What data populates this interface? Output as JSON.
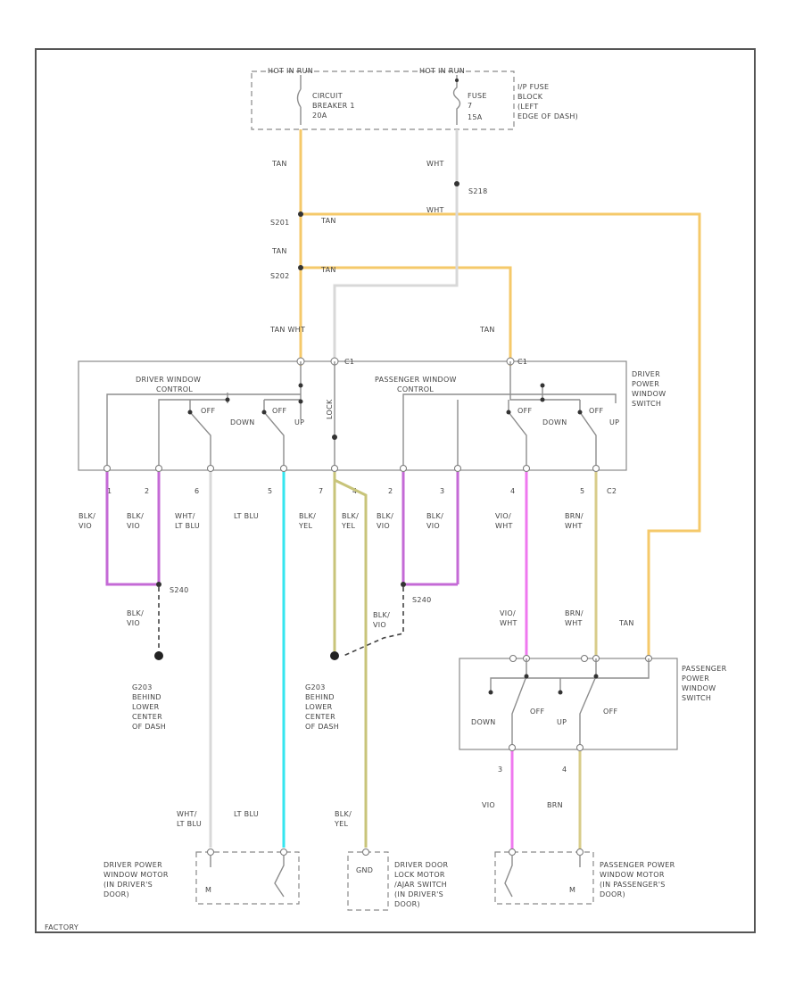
{
  "colors": {
    "tan": "#f5c96a",
    "wht": "#d8d8d8",
    "vio": "#c46ad6",
    "ltblu": "#35e6ef",
    "yel": "#c8c47a",
    "pink": "#ef78ef",
    "brn": "#d8cc8a",
    "wire": "#8d8d8d"
  },
  "labels": {
    "hot_run_1": "HOT IN RUN",
    "hot_run_2": "HOT IN RUN",
    "circuit_breaker": "CIRCUIT",
    "circuit_breaker_2": "BREAKER 1",
    "cb_rating": "20A",
    "fuse": "FUSE",
    "fuse_num": "7",
    "fuse_rating": "15A",
    "fuse_block_1": "I/P FUSE",
    "fuse_block_2": "BLOCK",
    "fuse_block_3": "(LEFT",
    "fuse_block_4": "EDGE OF DASH)",
    "tan_1": "TAN",
    "wht_1": "WHT",
    "s218": "S218",
    "s201": "S201",
    "tan_2": "TAN",
    "wht_2": "WHT",
    "tan_3": "TAN",
    "s202": "S202",
    "tan_4": "TAN",
    "tan_wht": "TAN  WHT",
    "tan_5": "TAN",
    "c1": "C1",
    "c1b": "C1",
    "driver_window": "DRIVER WINDOW",
    "control": "CONTROL",
    "passenger_window": "PASSENGER WINDOW",
    "control2": "CONTROL",
    "driver_pws_1": "DRIVER",
    "driver_pws_2": "POWER",
    "driver_pws_3": "WINDOW",
    "driver_pws_4": "SWITCH",
    "off_1": "OFF",
    "down_1": "DOWN",
    "off_2": "OFF",
    "up_1": "UP",
    "off_3": "OFF",
    "down_2": "DOWN",
    "off_4": "OFF",
    "up_2": "UP",
    "lock_label": "LOCK",
    "pin_1": "1",
    "pin_2": "2",
    "pin_3": "6",
    "pin_4": "5",
    "pin_5": "7",
    "pin_6": "4",
    "pin_7": "2",
    "pin_8": "3",
    "pin_9": "4",
    "pin_10": "5",
    "c2": "C2",
    "w1a": "BLK/",
    "w1b": "VIO",
    "w2a": "BLK/",
    "w2b": "VIO",
    "w3a": "WHT/",
    "w3b": "LT BLU",
    "w4a": "LT BLU",
    "w5a": "BLK/",
    "w5b": "YEL",
    "w6a": "BLK/",
    "w6b": "YEL",
    "w7a": "BLK/",
    "w7b": "VIO",
    "w8a": "BLK/",
    "w8b": "VIO",
    "w9a": "VIO/",
    "w9b": "WHT",
    "w10a": "BRN/",
    "w10b": "WHT",
    "s240": "S240",
    "blk_vio_1": "BLK/",
    "blk_vio_2": "VIO",
    "s240b": "S240",
    "blk_vio_3": "BLK/",
    "blk_vio_4": "VIO",
    "g203a_1": "G203",
    "g203a_2": "BEHIND",
    "g203a_3": "LOWER",
    "g203a_4": "CENTER",
    "g203a_5": "OF DASH",
    "g203b_1": "G203",
    "g203b_2": "BEHIND",
    "g203b_3": "LOWER",
    "g203b_4": "CENTER",
    "g203b_5": "OF DASH",
    "vio_wht_1": "VIO/",
    "vio_wht_2": "WHT",
    "brn_wht_1": "BRN/",
    "brn_wht_2": "WHT",
    "tan_6": "TAN",
    "ppws_1": "PASSENGER",
    "ppws_2": "POWER",
    "ppws_3": "WINDOW",
    "ppws_4": "SWITCH",
    "down_3": "DOWN",
    "off_5": "OFF",
    "up_3": "UP",
    "off_6": "OFF",
    "pin_11": "3",
    "pin_12": "4",
    "vio_1": "VIO",
    "brn_1": "BRN",
    "wht_lt_blu_1": "WHT/",
    "wht_lt_blu_2": "LT BLU",
    "lt_blu_2": "LT BLU",
    "blk_yel_1": "BLK/",
    "blk_yel_2": "YEL",
    "dpw_1": "DRIVER POWER",
    "dpw_2": "WINDOW MOTOR",
    "dpw_3": "(IN DRIVER'S",
    "dpw_4": "DOOR)",
    "dpw_m": "M",
    "dlm_1": "DRIVER DOOR",
    "dlm_2": "LOCK MOTOR",
    "dlm_3": "/AJAR SWITCH",
    "dlm_4": "(IN DRIVER'S",
    "dlm_5": "DOOR)",
    "dlm_gnd": "GND",
    "ppw_1": "PASSENGER POWER",
    "ppw_2": "WINDOW MOTOR",
    "ppw_3": "(IN PASSENGER'S",
    "ppw_4": "DOOR)",
    "ppw_m": "M",
    "footer": "FACTORY"
  }
}
